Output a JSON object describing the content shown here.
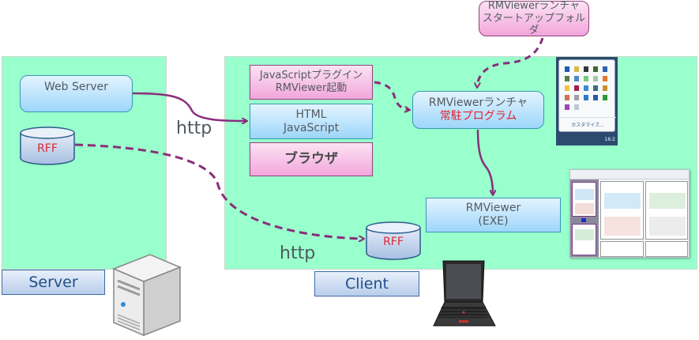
{
  "zones": {
    "server": {
      "label": "Server"
    },
    "client": {
      "label": "Client"
    }
  },
  "server_side": {
    "web_server": "Web Server",
    "rff": "RFF"
  },
  "client_side": {
    "plugin_line1": "JavaScriptプラグイン",
    "plugin_line2": "RMViewer起動",
    "html_line1": "HTML",
    "html_line2": "JavaScript",
    "browser": "ブラウザ",
    "launcher_line1": "RMViewerランチャ",
    "launcher_line2": "常駐プログラム",
    "viewer_line1": "RMViewer",
    "viewer_line2": "(EXE)",
    "rff": "RFF"
  },
  "startup_folder": {
    "line1": "RMViewerランチャ",
    "line2": "スタートアップフォルダ"
  },
  "connections": {
    "http_top": "http",
    "http_bottom": "http"
  },
  "tray_popup": {
    "customize": "カスタマイズ...",
    "clock": "16:2"
  },
  "colors": {
    "zone_bg": "#99ffcc",
    "arrow": "#8a2e7a",
    "accent_red": "#e8202a"
  }
}
